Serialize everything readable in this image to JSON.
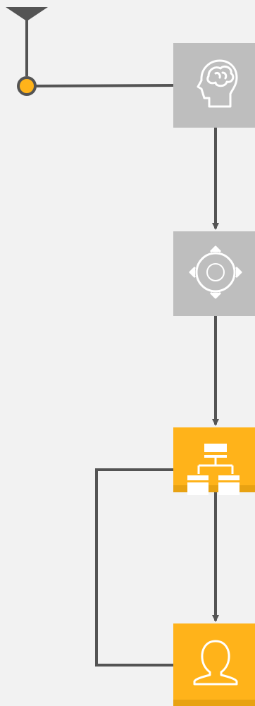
{
  "colors": {
    "background": "#f2f2f2",
    "connector": "#545454",
    "node_gray": "#bebebe",
    "node_orange": "#ffb31a",
    "node_orange_bottom": "#e8a212",
    "icon_white": "#ffffff",
    "start_dot_fill": "#ffb31a"
  },
  "diagram": {
    "nodes": [
      {
        "id": "brain",
        "icon": "head-brain-icon",
        "style": "gray"
      },
      {
        "id": "target",
        "icon": "crosshair-target-icon",
        "style": "gray"
      },
      {
        "id": "hierarchy",
        "icon": "org-hierarchy-icon",
        "style": "orange"
      },
      {
        "id": "user",
        "icon": "user-silhouette-icon",
        "style": "orange"
      }
    ],
    "edges": [
      {
        "from": "start",
        "to": "brain"
      },
      {
        "from": "brain",
        "to": "target"
      },
      {
        "from": "target",
        "to": "hierarchy"
      },
      {
        "from": "hierarchy",
        "to": "user"
      },
      {
        "from": "user",
        "to": "hierarchy",
        "kind": "loop-back"
      }
    ]
  }
}
